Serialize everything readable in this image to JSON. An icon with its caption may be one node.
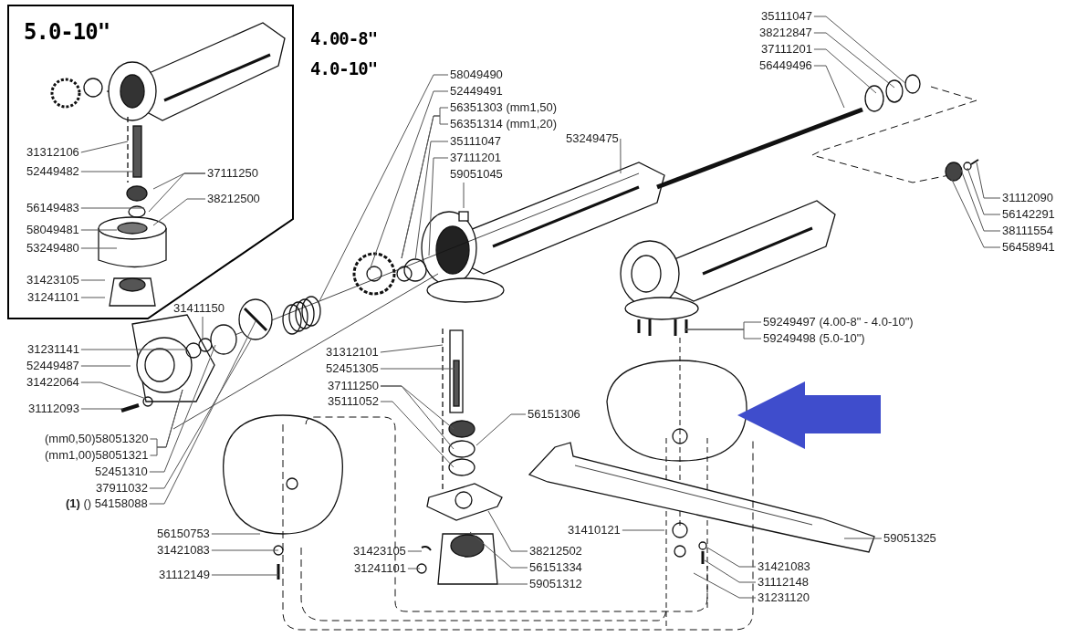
{
  "diagram": {
    "nodes": [
      {
        "text": [
          "5.0-10\""
        ]
      },
      {
        "text": [
          "31312106"
        ],
        "in": 0
      },
      {
        "text": [
          "52449482"
        ],
        "in": 0
      },
      {
        "text": [
          "56149483"
        ],
        "in": 0
      },
      {
        "text": [
          "58049481"
        ],
        "in": 0
      },
      {
        "text": [
          "53249480"
        ],
        "in": 0
      },
      {
        "text": [
          "31423105"
        ],
        "in": 0
      },
      {
        "text": [
          "31241101"
        ],
        "in": 0
      },
      {
        "text": [
          "37111250"
        ],
        "in": 0
      },
      {
        "text": [
          "38212500"
        ],
        "in": 0
      },
      {
        "text": [
          "31411150"
        ]
      },
      {
        "text": [
          "31231141"
        ]
      },
      {
        "text": [
          "52449487"
        ]
      },
      {
        "text": [
          "31422064"
        ]
      },
      {
        "text": [
          "31112093"
        ]
      },
      {
        "text": [
          "(mm0,50)58051320"
        ]
      },
      {
        "text": [
          "(mm1,00)58051321"
        ]
      },
      {
        "text": [
          "52451310"
        ]
      },
      {
        "text": [
          "37911032"
        ]
      },
      {
        "text": [
          "**(1)** () 54158088"
        ]
      },
      {
        "text": [
          "56150753"
        ]
      },
      {
        "text": [
          "31421083"
        ]
      },
      {
        "text": [
          "31112149"
        ]
      },
      {
        "text": [
          "58049490"
        ]
      },
      {
        "text": [
          "52449491"
        ]
      },
      {
        "text": [
          "56351303 (mm1,50)"
        ]
      },
      {
        "text": [
          "56351314 (mm1,20)"
        ]
      },
      {
        "text": [
          "35111047"
        ]
      },
      {
        "text": [
          "37111201"
        ]
      },
      {
        "text": [
          "59051045"
        ]
      },
      {
        "text": [
          "53249475"
        ]
      },
      {
        "text": [
          "31312101"
        ]
      },
      {
        "text": [
          "52451305"
        ]
      },
      {
        "text": [
          "37111250"
        ]
      },
      {
        "text": [
          "35111052"
        ]
      },
      {
        "text": [
          "56151306"
        ]
      },
      {
        "text": [
          "31423105"
        ]
      },
      {
        "text": [
          "31241101"
        ]
      },
      {
        "text": [
          "38212502"
        ]
      },
      {
        "text": [
          "56151334"
        ]
      },
      {
        "text": [
          "59051312"
        ]
      },
      {
        "text": [
          "31410121"
        ]
      },
      {
        "text": [
          "59051325"
        ]
      },
      {
        "text": [
          "31421083"
        ]
      },
      {
        "text": [
          "31112148"
        ]
      },
      {
        "text": [
          "31231120"
        ]
      },
      {
        "text": [
          "35111047"
        ]
      },
      {
        "text": [
          "38212847"
        ]
      },
      {
        "text": [
          "37111201"
        ]
      },
      {
        "text": [
          "56449496"
        ]
      },
      {
        "text": [
          "31112090"
        ]
      },
      {
        "text": [
          "56142291"
        ]
      },
      {
        "text": [
          "38111554"
        ]
      },
      {
        "text": [
          "56458941"
        ]
      },
      {
        "text": [
          "59249497 (4.00-8\" - 4.0-10\")"
        ]
      },
      {
        "text": [
          "59249498 (5.0-10\")"
        ]
      }
    ],
    "edges": [
      {
        "from": 1,
        "to": null,
        "arrow": "none"
      },
      {
        "from": 2,
        "to": null,
        "arrow": "none"
      },
      {
        "from": 3,
        "to": null,
        "arrow": "none"
      },
      {
        "from": 4,
        "to": null,
        "arrow": "none"
      },
      {
        "from": 5,
        "to": null,
        "arrow": "none"
      },
      {
        "from": 6,
        "to": null,
        "arrow": "none"
      },
      {
        "from": 7,
        "to": null,
        "arrow": "none"
      },
      {
        "from": 8,
        "to": null,
        "arrow": "none"
      },
      {
        "from": 8,
        "to": null,
        "arrow": "none"
      },
      {
        "from": 9,
        "to": null,
        "arrow": "none"
      },
      {
        "from": 10,
        "to": null,
        "arrow": "none"
      },
      {
        "from": 11,
        "to": null,
        "arrow": "none"
      },
      {
        "from": 12,
        "to": null,
        "arrow": "none"
      },
      {
        "from": 13,
        "to": null,
        "arrow": "none"
      },
      {
        "from": 14,
        "to": null,
        "arrow": "none"
      },
      {
        "from": 15,
        "to": null,
        "arrow": "none"
      },
      {
        "from": 16,
        "to": null,
        "arrow": "none"
      },
      {
        "from": 17,
        "to": null,
        "arrow": "none"
      },
      {
        "from": 18,
        "to": null,
        "arrow": "none"
      },
      {
        "from": 19,
        "to": null,
        "arrow": "none"
      },
      {
        "from": 20,
        "to": null,
        "arrow": "none"
      },
      {
        "from": 21,
        "to": null,
        "arrow": "none"
      },
      {
        "from": 22,
        "to": null,
        "arrow": "none"
      },
      {
        "from": 23,
        "to": null,
        "arrow": "none"
      },
      {
        "from": 24,
        "to": null,
        "arrow": "none"
      },
      {
        "from": 25,
        "to": null,
        "arrow": "none"
      },
      {
        "from": 26,
        "to": null,
        "arrow": "none"
      },
      {
        "from": 27,
        "to": null,
        "arrow": "none"
      },
      {
        "from": 28,
        "to": null,
        "arrow": "none"
      },
      {
        "from": 29,
        "to": null,
        "arrow": "none"
      },
      {
        "from": 30,
        "to": null,
        "arrow": "none"
      },
      {
        "from": 31,
        "to": null,
        "arrow": "none"
      },
      {
        "from": 32,
        "to": null,
        "arrow": "none"
      },
      {
        "from": 33,
        "to": null,
        "arrow": "none"
      },
      {
        "from": 33,
        "to": null,
        "arrow": "none"
      },
      {
        "from": 34,
        "to": null,
        "arrow": "none"
      },
      {
        "from": 35,
        "to": null,
        "arrow": "none"
      },
      {
        "from": 36,
        "to": null,
        "arrow": "none"
      },
      {
        "from": 37,
        "to": null,
        "arrow": "none"
      },
      {
        "from": 38,
        "to": null,
        "arrow": "none"
      },
      {
        "from": 39,
        "to": null,
        "arrow": "none"
      },
      {
        "from": 40,
        "to": null,
        "arrow": "none"
      },
      {
        "from": 41,
        "to": null,
        "arrow": "none"
      },
      {
        "from": 42,
        "to": null,
        "arrow": "none"
      },
      {
        "from": 43,
        "to": null,
        "arrow": "none"
      },
      {
        "from": 44,
        "to": null,
        "arrow": "none"
      },
      {
        "from": 45,
        "to": null,
        "arrow": "none"
      },
      {
        "from": 46,
        "to": null,
        "arrow": "none"
      },
      {
        "from": 47,
        "to": null,
        "arrow": "none"
      },
      {
        "from": 48,
        "to": null,
        "arrow": "none"
      },
      {
        "from": 49,
        "to": null,
        "arrow": "none"
      },
      {
        "from": 50,
        "to": null,
        "arrow": "none"
      },
      {
        "from": 51,
        "to": null,
        "arrow": "none"
      },
      {
        "from": 52,
        "to": null,
        "arrow": "none"
      },
      {
        "from": 53,
        "to": null,
        "arrow": "none"
      },
      {
        "from": 54,
        "to": null,
        "arrow": "none"
      },
      {
        "from": 55,
        "to": null,
        "arrow": "none"
      }
    ],
    "labels": [
      "4.00-8\"",
      "4.0-10\""
    ]
  }
}
